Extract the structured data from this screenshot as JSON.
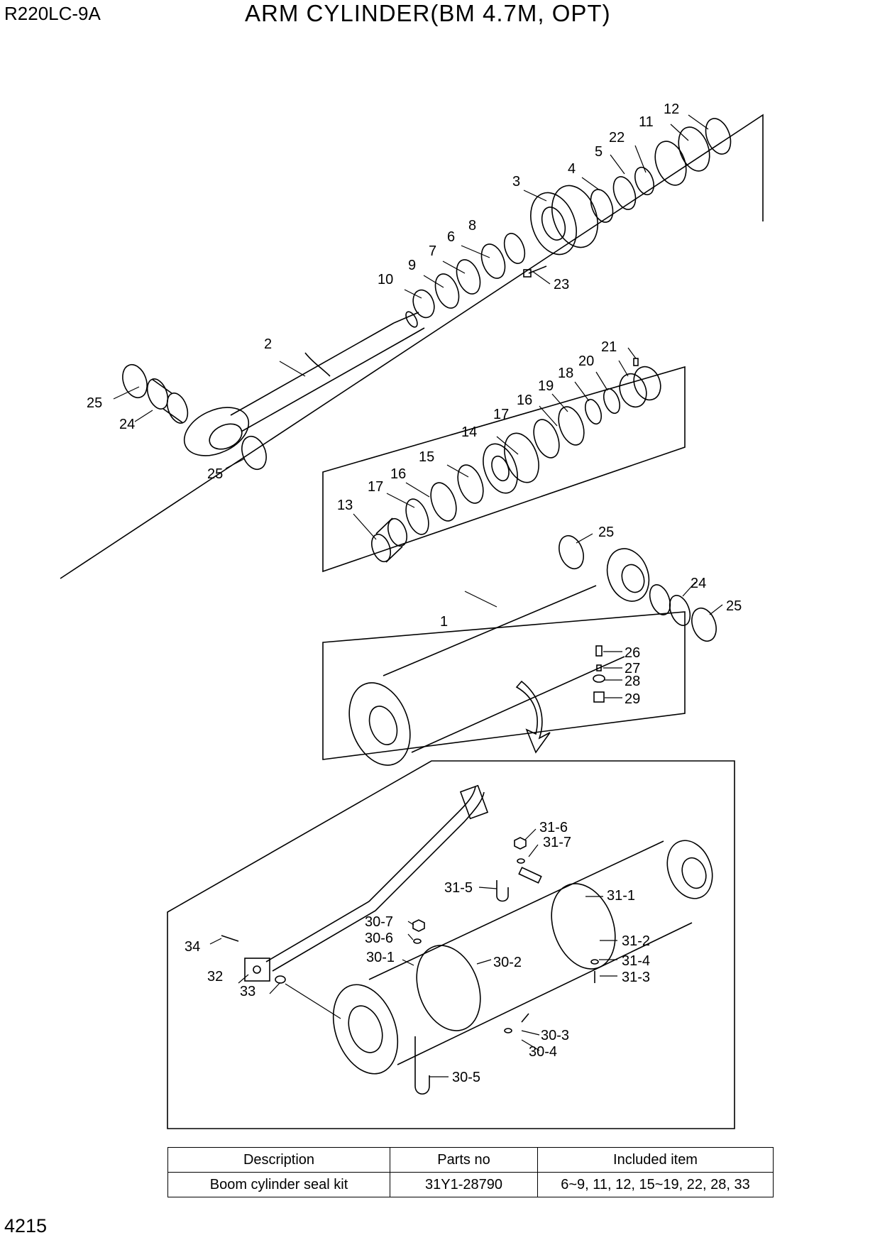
{
  "header": {
    "model": "R220LC-9A",
    "title": "ARM CYLINDER(BM 4.7M, OPT)"
  },
  "footer": {
    "page_number": "4215"
  },
  "callouts": {
    "c1": "1",
    "c2": "2",
    "c3": "3",
    "c4": "4",
    "c5": "5",
    "c6": "6",
    "c7": "7",
    "c8": "8",
    "c9": "9",
    "c10": "10",
    "c11": "11",
    "c12": "12",
    "c13": "13",
    "c14": "14",
    "c15": "15",
    "c16": "16",
    "c17": "17",
    "c18": "18",
    "c19": "19",
    "c20": "20",
    "c21": "21",
    "c22": "22",
    "c23": "23",
    "c24": "24",
    "c25": "25",
    "c26": "26",
    "c27": "27",
    "c28": "28",
    "c29": "29",
    "c30_1": "30-1",
    "c30_2": "30-2",
    "c30_3": "30-3",
    "c30_4": "30-4",
    "c30_5": "30-5",
    "c30_6": "30-6",
    "c30_7": "30-7",
    "c31_1": "31-1",
    "c31_2": "31-2",
    "c31_3": "31-3",
    "c31_4": "31-4",
    "c31_5": "31-5",
    "c31_6": "31-6",
    "c31_7": "31-7",
    "c32": "32",
    "c33": "33",
    "c34": "34"
  },
  "kit_table": {
    "headers": [
      "Description",
      "Parts no",
      "Included item"
    ],
    "rows": [
      [
        "Boom cylinder seal kit",
        "31Y1-28790",
        "6~9, 11, 12, 15~19, 22, 28, 33"
      ]
    ]
  }
}
